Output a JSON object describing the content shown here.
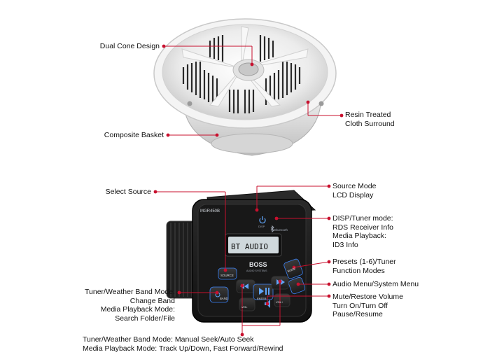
{
  "colors": {
    "callout": "#c8102e",
    "unit_body": "#1c1c1c",
    "button_face": "#262626",
    "button_glow": "#3b82f6",
    "lcd": "#cfd8dc"
  },
  "speaker_callouts": {
    "dual_cone": "Dual Cone Design",
    "resin_line1": "Resin Treated",
    "resin_line2": "Cloth Surround",
    "basket": "Composite Basket"
  },
  "receiver_callouts": {
    "select_source": "Select Source",
    "source_mode_line1": "Source Mode",
    "source_mode_line2": "LCD Display",
    "disp_line1": "DISP/Tuner mode:",
    "disp_line2": "RDS Receiver Info",
    "disp_line3": "Media Playback:",
    "disp_line4": "ID3 Info",
    "presets_line1": "Presets (1-6)/Tuner",
    "presets_line2": "Function Modes",
    "audio_menu": "Audio Menu/System Menu",
    "mute_line1": "Mute/Restore Volume",
    "mute_line2": "Turn On/Turn Off",
    "mute_line3": "Pause/Resume",
    "band_line1": "Tuner/Weather Band Mode:",
    "band_line2": "Change Band",
    "band_line3": "Media Playback Mode:",
    "band_line4": "Search Folder/File",
    "seek_line1": "Tuner/Weather Band Mode: Manual Seek/Auto Seek",
    "seek_line2": "Media Playback Mode: Track Up/Down, Fast Forward/Rewind"
  },
  "device": {
    "model": "MGR450B",
    "lcd_text": "BT AUDIO",
    "brand": "BOSS",
    "brand_sub": "AUDIO SYSTEMS",
    "bluetooth": "Bluetooth",
    "source_btn": "SOURCE",
    "band_btn": "BAND",
    "enter_btn": "ENTER",
    "vol_minus": "-VOL",
    "vol_plus": "VOL+",
    "mode_btn": "MODE",
    "disp_btn": "DISP"
  }
}
